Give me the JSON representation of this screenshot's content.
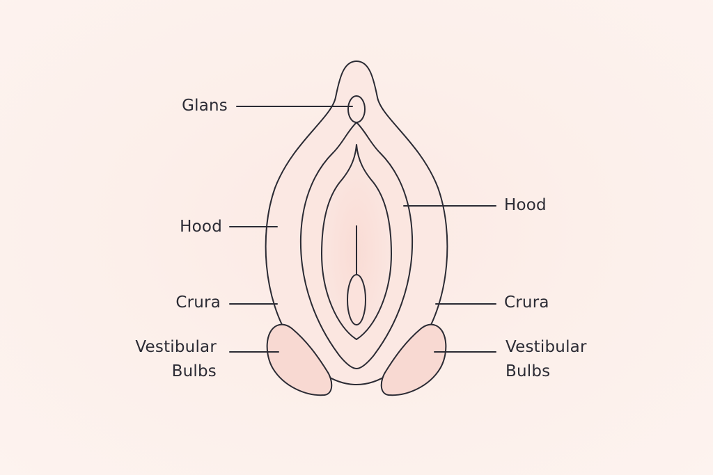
{
  "labels": {
    "glans": "Glans",
    "hood_left": "Hood",
    "hood_right": "Hood",
    "crura_left": "Crura",
    "crura_right": "Crura",
    "bulbs_left": "Vestibular\nBulbs",
    "bulbs_right": "Vestibular\nBulbs"
  },
  "colors": {
    "background": "#fcefea",
    "outline": "#2b2b34",
    "body_fill": "#fbe7e2",
    "inner_fill": "#f9ddd7",
    "bulb_fill": "#f8d8d1",
    "text": "#2b2b34"
  }
}
